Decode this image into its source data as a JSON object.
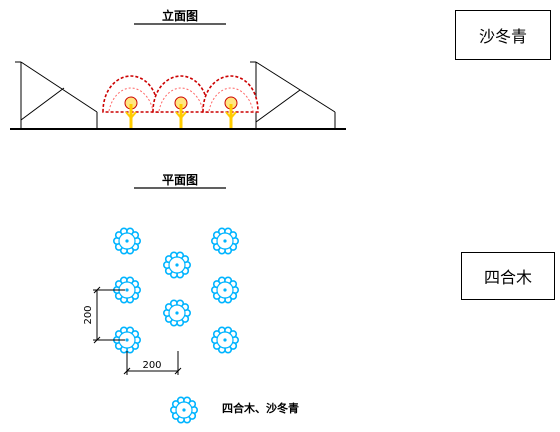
{
  "elevation": {
    "title": "立面图"
  },
  "plan": {
    "title": "平面图",
    "dimension_vertical": "200",
    "dimension_horizontal": "200"
  },
  "legend": {
    "label": "四合木、沙冬青"
  },
  "callouts": {
    "top": "沙冬青",
    "middle": "四合木"
  },
  "colors": {
    "line": "#000000",
    "shrub_outline": "#cc0000",
    "shrub_fill": "#ffe680",
    "trunk": "#ffcc00",
    "plant_symbol": "#00b4ff"
  }
}
